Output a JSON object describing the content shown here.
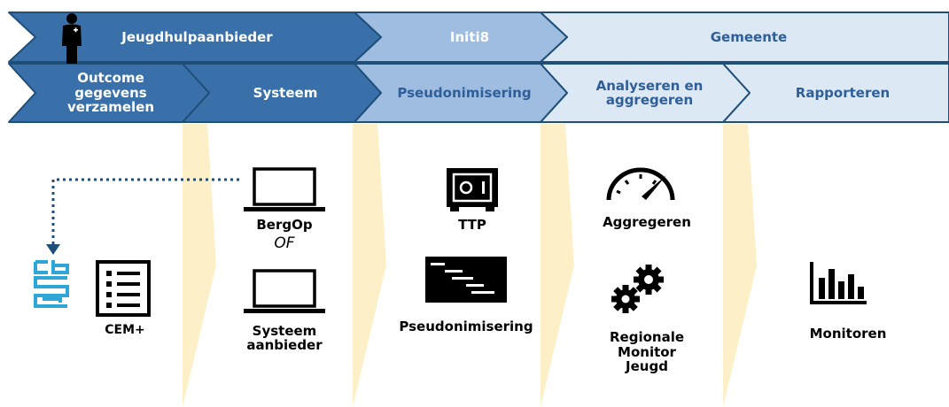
{
  "colors": {
    "dark_blue": "#3a70aa",
    "mid_blue": "#9ebde0",
    "light_blue": "#dce8f4",
    "border": "#1f4e79",
    "chevron_yellow": "#fdf0c8",
    "cbs_blue": "#2fa7d6"
  },
  "top_row": {
    "jeugdhulp": "Jeugdhulpaanbieder",
    "initi8": "Initi8",
    "gemeente": "Gemeente"
  },
  "steps": {
    "outcome": "Outcome\ngegevens\nverzamelen",
    "systeem": "Systeem",
    "pseudo": "Pseudonimisering",
    "analyseren": "Analyseren en\naggregeren",
    "rapporteren": "Rapporteren"
  },
  "content": {
    "cem": "CEM+",
    "bergop": "BergOp",
    "of": "OF",
    "systeem_aanbieder": "Systeem\naanbieder",
    "ttp": "TTP",
    "pseudonimisering": "Pseudonimisering",
    "aggregeren": "Aggregeren",
    "regionale": "Regionale\nMonitor\nJeugd",
    "monitoren": "Monitoren"
  },
  "icons": [
    "person-icon",
    "cbs-logo-icon",
    "checklist-icon",
    "laptop-icon",
    "safe-icon",
    "terminal-icon",
    "gauge-icon",
    "gears-icon",
    "bar-chart-icon"
  ]
}
